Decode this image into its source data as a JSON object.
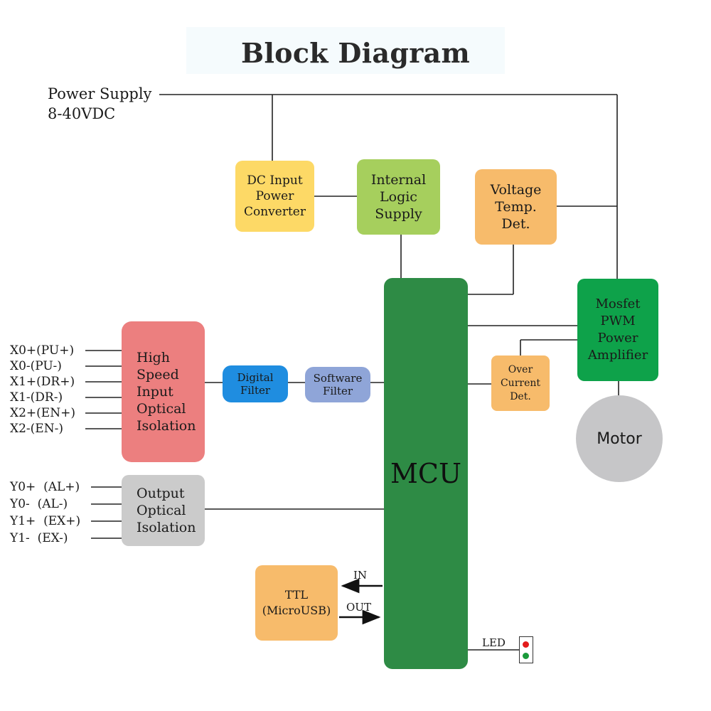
{
  "title": "Block Diagram",
  "power_supply": {
    "line1": "Power Supply",
    "line2": "8-40VDC"
  },
  "blocks": {
    "dc_input": {
      "label": "DC Input\nPower\nConverter",
      "color": "#fdd966"
    },
    "internal_logic": {
      "label": "Internal\nLogic\nSupply",
      "color": "#a6cf5d"
    },
    "voltage_temp": {
      "label": "Voltage\nTemp.\nDet.",
      "color": "#f7bb6b"
    },
    "mcu": {
      "label": "MCU",
      "color": "#2e8b45"
    },
    "mosfet": {
      "label": "Mosfet\nPWM\nPower\nAmplifier",
      "color": "#0ea24a"
    },
    "motor": {
      "label": "Motor",
      "color": "#c6c6c8"
    },
    "high_speed": {
      "label": "High\nSpeed\nInput\nOptical\nIsolation",
      "color": "#ec7f7f"
    },
    "digital_filter": {
      "label": "Digital\nFilter",
      "color": "#1f8de0"
    },
    "software_filter": {
      "label": "Software\nFilter",
      "color": "#8fa5d8"
    },
    "over_current": {
      "label": "Over\nCurrent\nDet.",
      "color": "#f7bb6b"
    },
    "output_isolation": {
      "label": "Output\nOptical\nIsolation",
      "color": "#cbcbcb"
    },
    "ttl": {
      "label": "TTL\n(MicroUSB)",
      "color": "#f7bb6b"
    }
  },
  "inputs": [
    "X0+(PU+)",
    "X0-(PU-)",
    "X1+(DR+)",
    "X1-(DR-)",
    "X2+(EN+)",
    "X2-(EN-)"
  ],
  "outputs": [
    "Y0+  (AL+)",
    "Y0-  (AL-)",
    "Y1+  (EX+)",
    "Y1-  (EX-)"
  ],
  "ttl_arrows": {
    "in": "IN",
    "out": "OUT"
  },
  "led": {
    "label": "LED",
    "colors": [
      "#e31b1b",
      "#1a9a3a"
    ]
  }
}
